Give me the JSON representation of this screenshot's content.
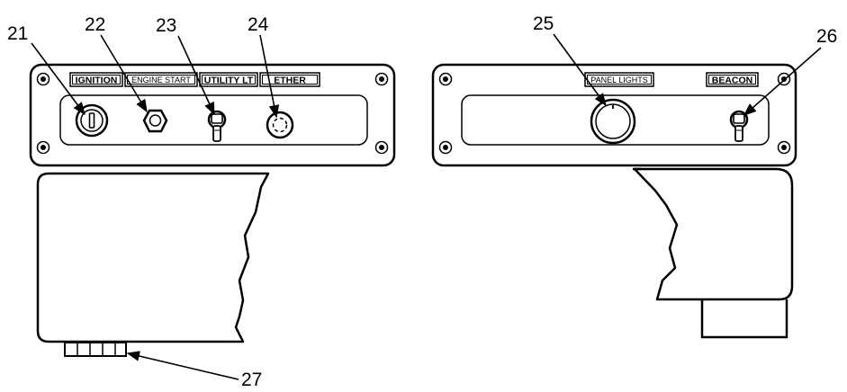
{
  "diagram": {
    "left_panel": {
      "labels": {
        "ignition": "IGNITION",
        "engine_start": "ENGINE START",
        "utility_lt": "UTILITY LT",
        "ether": "ETHER"
      }
    },
    "right_panel": {
      "labels": {
        "panel_lights": "PANEL LIGHTS",
        "beacon": "BEACON"
      }
    },
    "callouts": {
      "c21": "21",
      "c22": "22",
      "c23": "23",
      "c24": "24",
      "c25": "25",
      "c26": "26",
      "c27": "27"
    }
  }
}
